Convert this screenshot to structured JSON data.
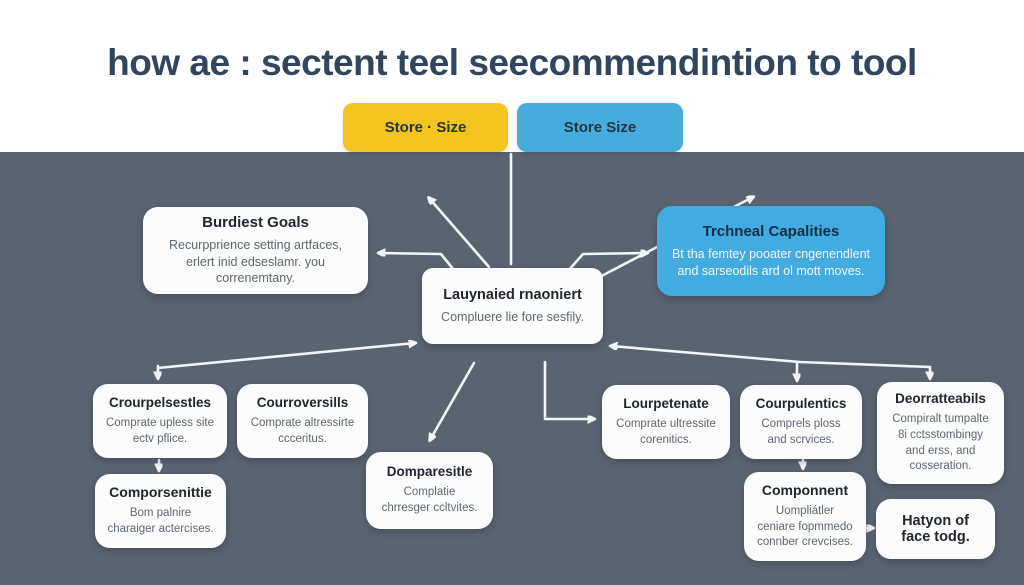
{
  "title": "how ae : sectent teel seecommendintion to tool",
  "colors": {
    "background_top": "#ffffff",
    "background_canvas": "#5a6471",
    "title_text": "#31455c",
    "pill_yellow": "#f3c31e",
    "pill_blue": "#45acdc",
    "node_blue": "#42abdf",
    "node_white": "#fcfcfc",
    "arrow": "#f2f4f6"
  },
  "top_boxes": [
    {
      "id": "store-size-yellow",
      "label": "Store · Size"
    },
    {
      "id": "store-size-blue",
      "label": "Store Size"
    }
  ],
  "nodes": [
    {
      "id": "burdiest-goals",
      "title": "Burdiest Goals",
      "body": "Recurpprience setting artfaces, erlert inid edseslamr. you correnemtany."
    },
    {
      "id": "technical-capabilities",
      "title": "Trchneal Capalities",
      "body": "Bt tha femtey pooater cngenendlent and sarseodils ard ol mott moves."
    },
    {
      "id": "center-node",
      "title": "Lauynaied rnaoniert",
      "body": "Compluere lie fore sesfily."
    },
    {
      "id": "crourpelsestles",
      "title": "Crourpelsestles",
      "body": "Comprate upless site ectv pflice."
    },
    {
      "id": "courroversills",
      "title": "Courroversills",
      "body": "Comprate altressirte ccceritus."
    },
    {
      "id": "comporsenittie",
      "title": "Comporsenittie",
      "body": "Bom palnire charaiger actercises."
    },
    {
      "id": "domparesitle",
      "title": "Domparesitle",
      "body": "Complatie chrresger ccltvites."
    },
    {
      "id": "lourpetenate",
      "title": "Lourpetenate",
      "body": "Comprate ultressite corenitics."
    },
    {
      "id": "courpulentics",
      "title": "Courpulentics",
      "body": "Comprels ploss and scrvices."
    },
    {
      "id": "deorratteabils",
      "title": "Deorratteabils",
      "body": "Compiralt tumpalte 8i cctsstombingy and erss, and cosseration."
    },
    {
      "id": "componnent",
      "title": "Componnent",
      "body": "Uompliátler ceniare fopmmedo connber crevcises."
    },
    {
      "id": "hatyon",
      "title": "Hatyon of face todg."
    }
  ]
}
